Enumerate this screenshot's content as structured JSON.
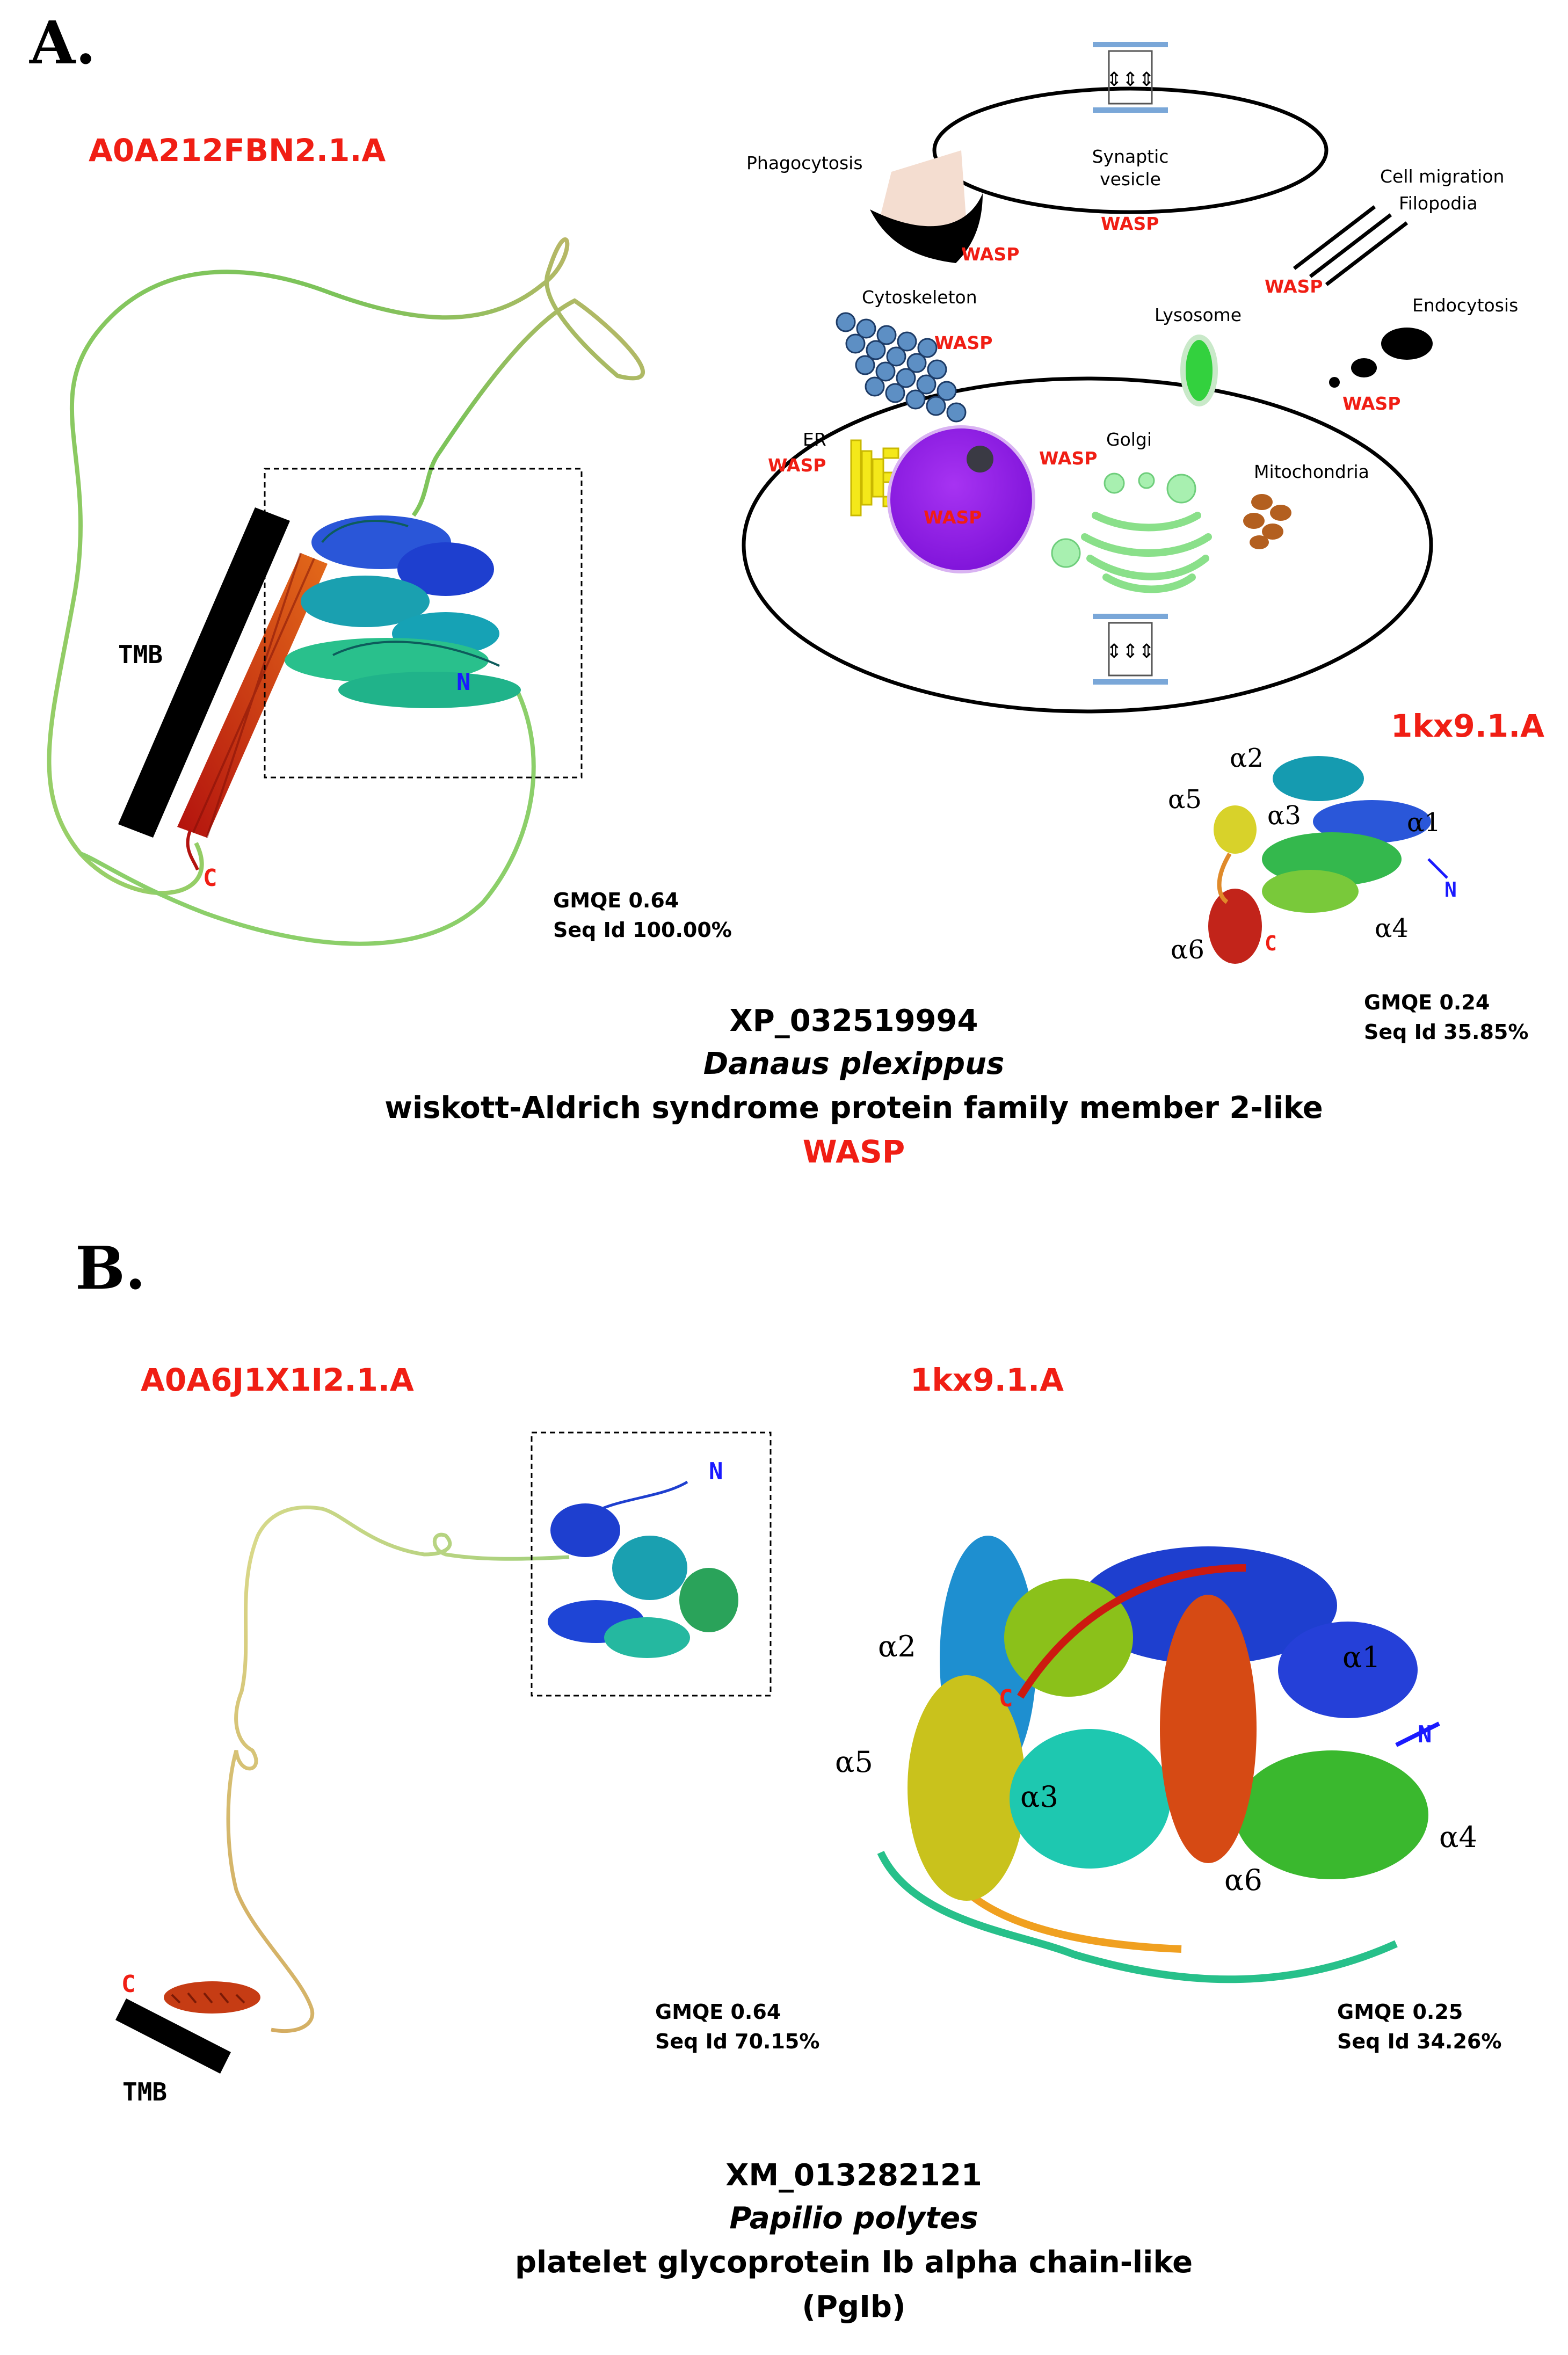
{
  "panel_a": {
    "letter": "A.",
    "model_id": "A0A212FBN2.1.A",
    "template_id": "1kx9.1.A",
    "tmb": "TMB",
    "n": "N",
    "c": "C",
    "model_gmqe": "GMQE  0.64",
    "model_seqid": "Seq Id 100.00%",
    "template_gmqe": "GMQE  0.24",
    "template_seqid": "Seq Id 35.85%",
    "helices": [
      "α1",
      "α2",
      "α3",
      "α4",
      "α5",
      "α6"
    ],
    "accession": "XP_032519994",
    "species": "Danaus plexippus",
    "protein": "wiskott-Aldrich syndrome protein family member 2-like",
    "short": "WASP",
    "cell": {
      "phagocytosis": "Phagocytosis",
      "synaptic_1": "Synaptic",
      "synaptic_2": "vesicle",
      "cell_migration": "Cell migration",
      "filopodia": "Filopodia",
      "cytoskeleton": "Cytoskeleton",
      "lysosome": "Lysosome",
      "endocytosis": "Endocytosis",
      "er": "ER",
      "golgi": "Golgi",
      "mitochondria": "Mitochondria",
      "wasp": "WASP"
    }
  },
  "panel_b": {
    "letter": "B.",
    "model_id": "A0A6J1X1I2.1.A",
    "template_id": "1kx9.1.A",
    "tmb": "TMB",
    "n": "N",
    "c": "C",
    "model_gmqe": "GMQE  0.64",
    "model_seqid": "Seq Id 70.15%",
    "template_gmqe": "GMQE  0.25",
    "template_seqid": "Seq Id 34.26%",
    "helices": [
      "α1",
      "α2",
      "α3",
      "α4",
      "α5",
      "α6"
    ],
    "accession": "XM_013282121",
    "species": "Papilio polytes",
    "protein": "platelet glycoprotein Ib alpha chain-like",
    "short": "(PgIb)"
  },
  "colors": {
    "label_red": "#f01e14",
    "terminus_blue": "#1a1aff",
    "membrane": "#000000"
  }
}
